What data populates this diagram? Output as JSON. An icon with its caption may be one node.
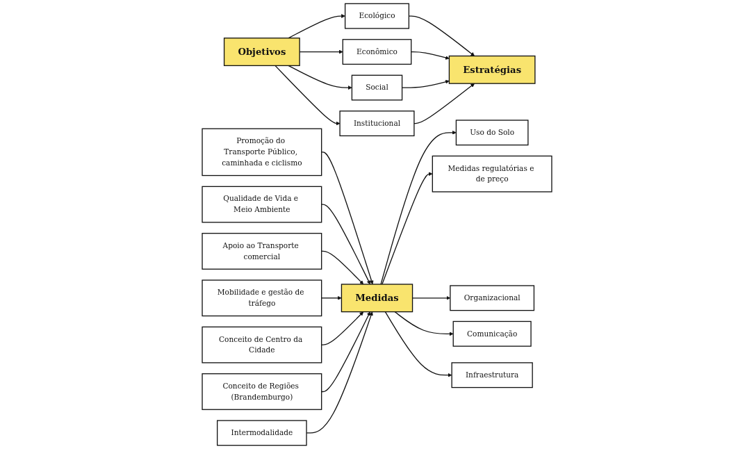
{
  "diagram": {
    "nodes": [
      {
        "text": [
          "Objetivos"
        ]
      },
      {
        "text": [
          "Ecológico"
        ]
      },
      {
        "text": [
          "Econômico"
        ]
      },
      {
        "text": [
          "Social"
        ]
      },
      {
        "text": [
          "Institucional"
        ]
      },
      {
        "text": [
          "Estratégias"
        ]
      },
      {
        "text": [
          "Promoção do Transporte Público, caminhada e ciclismo"
        ]
      },
      {
        "text": [
          "Qualidade de Vida e Meio Ambiente"
        ]
      },
      {
        "text": [
          "Apoio ao Transporte comercial"
        ]
      },
      {
        "text": [
          "Mobilidade e gestão de tráfego"
        ]
      },
      {
        "text": [
          "Conceito de Centro da Cidade"
        ]
      },
      {
        "text": [
          "Conceito de Regiões (Brandemburgo)"
        ]
      },
      {
        "text": [
          "Intermodalidade"
        ]
      },
      {
        "text": [
          "Medidas"
        ]
      },
      {
        "text": [
          "Uso do Solo"
        ]
      },
      {
        "text": [
          "Medidas regulatórias e de preço"
        ]
      },
      {
        "text": [
          "Organizacional"
        ]
      },
      {
        "text": [
          "Comunicação"
        ]
      },
      {
        "text": [
          "Infraestrutura"
        ]
      }
    ],
    "edges": [
      {
        "from": 0,
        "to": 1,
        "arrow": "to"
      },
      {
        "from": 0,
        "to": 2,
        "arrow": "to"
      },
      {
        "from": 0,
        "to": 3,
        "arrow": "to"
      },
      {
        "from": 0,
        "to": 4,
        "arrow": "to"
      },
      {
        "from": 1,
        "to": 5,
        "arrow": "to"
      },
      {
        "from": 2,
        "to": 5,
        "arrow": "to"
      },
      {
        "from": 3,
        "to": 5,
        "arrow": "to"
      },
      {
        "from": 4,
        "to": 5,
        "arrow": "to"
      },
      {
        "from": 6,
        "to": 13,
        "arrow": "to"
      },
      {
        "from": 7,
        "to": 13,
        "arrow": "to"
      },
      {
        "from": 8,
        "to": 13,
        "arrow": "to"
      },
      {
        "from": 9,
        "to": 13,
        "arrow": "to"
      },
      {
        "from": 10,
        "to": 13,
        "arrow": "to"
      },
      {
        "from": 11,
        "to": 13,
        "arrow": "to"
      },
      {
        "from": 12,
        "to": 13,
        "arrow": "to"
      },
      {
        "from": 13,
        "to": 14,
        "arrow": "to"
      },
      {
        "from": 13,
        "to": 15,
        "arrow": "to"
      },
      {
        "from": 13,
        "to": 16,
        "arrow": "to"
      },
      {
        "from": 13,
        "to": 17,
        "arrow": "to"
      },
      {
        "from": 13,
        "to": 18,
        "arrow": "to"
      }
    ]
  }
}
